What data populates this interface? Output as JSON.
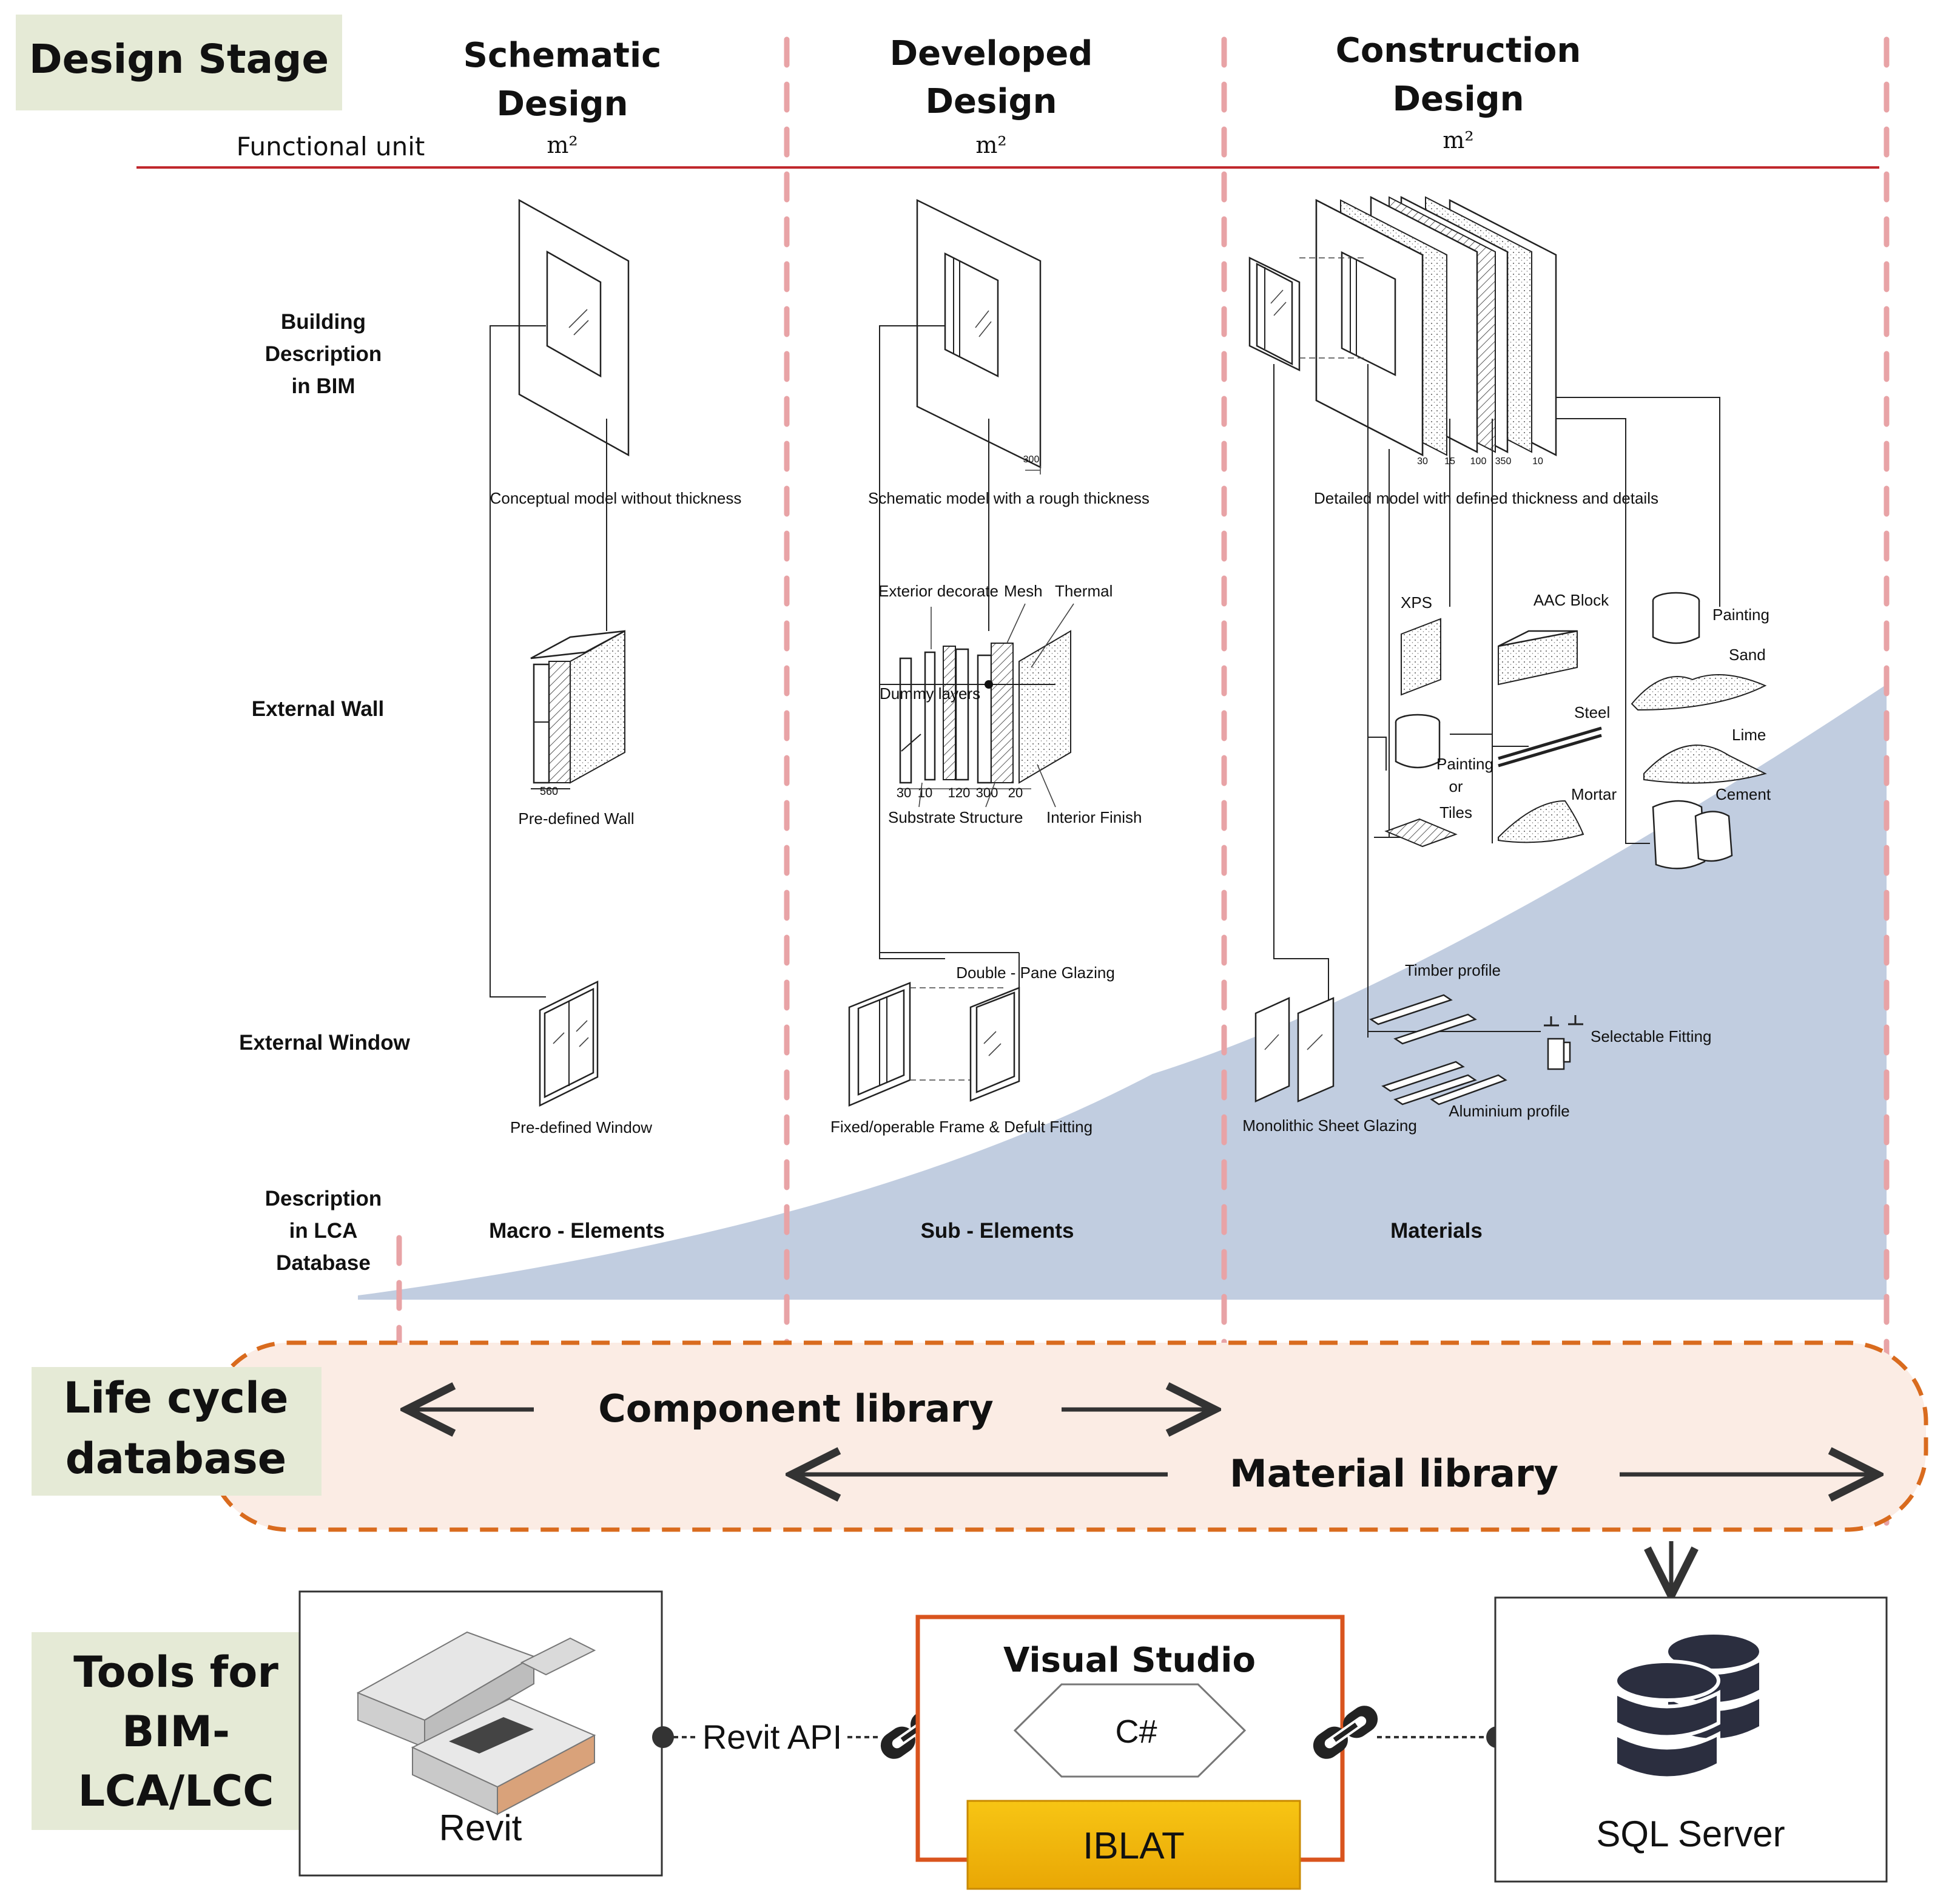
{
  "stage": {
    "title": "Design Stage",
    "columns": [
      {
        "title_line1": "Schematic",
        "title_line2": "Design",
        "unit": "m²",
        "model_caption": "Conceptual model without thickness",
        "level": "Macro - Elements"
      },
      {
        "title_line1": "Developed",
        "title_line2": "Design",
        "unit": "m²",
        "model_caption": "Schematic model with a rough thickness",
        "level": "Sub - Elements"
      },
      {
        "title_line1": "Construction",
        "title_line2": "Design",
        "unit": "m²",
        "model_caption": "Detailed model with defined thickness and details",
        "level": "Materials"
      }
    ],
    "functional_unit": "Functional unit"
  },
  "rows": {
    "bim": {
      "line1": "Building",
      "line2": "Description",
      "line3": "in BIM"
    },
    "wall": "External Wall",
    "window": "External Window",
    "lca": {
      "line1": "Description",
      "line2": "in LCA",
      "line3": "Database"
    }
  },
  "schematic": {
    "wall_caption": "Pre-defined Wall",
    "window_caption": "Pre-defined Window",
    "dim": "560"
  },
  "developed": {
    "dim": "300",
    "wall_labels": {
      "exterior": "Exterior decorate",
      "mesh": "Mesh",
      "thermal": "Thermal",
      "dummy": "Dummy layers",
      "substrate": "Substrate",
      "structure": "Structure",
      "interior": "Interior Finish"
    },
    "wall_dims": [
      "30",
      "10",
      "120",
      "300",
      "20"
    ],
    "glazing": "Double - Pane Glazing",
    "frame": "Fixed/operable Frame & Defult Fitting"
  },
  "construction": {
    "dims": [
      "30",
      "15",
      "100",
      "350",
      "10"
    ],
    "materials": {
      "xps": "XPS",
      "aac": "AAC Block",
      "painting": "Painting",
      "sand": "Sand",
      "steel": "Steel",
      "painting_tiles_1": "Painting",
      "painting_tiles_2": "or",
      "painting_tiles_3": "Tiles",
      "lime": "Lime",
      "mortar": "Mortar",
      "cement": "Cement"
    },
    "timber": "Timber profile",
    "fitting": "Selectable Fitting",
    "aluminium": "Aluminium  profile",
    "glazing": "Monolithic Sheet Glazing"
  },
  "database": {
    "title_line1": "Life cycle",
    "title_line2": "database",
    "component_library": "Component library",
    "material_library": "Material library"
  },
  "tools": {
    "title_line1": "Tools for",
    "title_line2": "BIM-",
    "title_line3": "LCA/LCC",
    "revit": "Revit",
    "revit_api": "Revit API",
    "visual_studio": "Visual Studio",
    "csharp": "C#",
    "iblat": "IBLAT",
    "sql_server": "SQL Server"
  },
  "colors": {
    "stage_box": "#e5ead6",
    "area_fill": "#c1cde0",
    "dashed_divider": "#e8a3a6",
    "db_box_fill": "#fbece4",
    "db_box_border": "#d96b1e",
    "iblat_fill": "#f2b70c",
    "vs_border": "#d9541e",
    "red_line": "#c0282d"
  },
  "icons": [
    "link-icon",
    "database-icon",
    "revit-building-icon",
    "arrow-icon"
  ]
}
